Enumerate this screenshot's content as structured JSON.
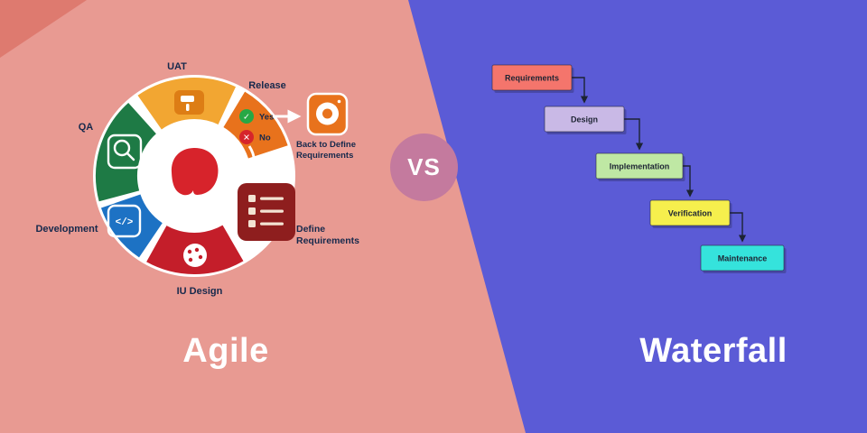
{
  "titles": {
    "left": "Agile",
    "right": "Waterfall"
  },
  "vs": {
    "label": "VS"
  },
  "colors": {
    "background_left": "#e89a92",
    "background_right": "#5b5bd6",
    "corner_accent": "#de7a6f",
    "vs_badge": "#c47a9e",
    "label_text": "#16294c",
    "title_text": "#ffffff"
  },
  "icons": {
    "check": "✓",
    "cross": "✕",
    "code": "</>"
  },
  "agile": {
    "center_color": "#d7232b",
    "segments": {
      "qa": {
        "label": "QA",
        "color": "#1e7a45"
      },
      "uat": {
        "label": "UAT",
        "color": "#f2a632",
        "tile_color": "#dd7d15"
      },
      "release": {
        "label": "Release",
        "color": "#e8721c"
      },
      "define": {
        "color": "#8e1e1e"
      },
      "iu": {
        "label": "IU Design",
        "color": "#c41e2a"
      },
      "dev": {
        "label": "Development",
        "color": "#1d72c4"
      }
    },
    "decision": {
      "yes": "Yes",
      "no": "No",
      "yes_color": "#27a845",
      "no_color": "#d6252b"
    },
    "back_label": [
      "Back to Define",
      "Requirements"
    ],
    "define_label": [
      "Define",
      "Requirements"
    ]
  },
  "waterfall": {
    "steps": [
      {
        "label": "Requirements",
        "color": "#f4756c"
      },
      {
        "label": "Design",
        "color": "#c9b9e6"
      },
      {
        "label": "Implementation",
        "color": "#bfe8a4"
      },
      {
        "label": "Verification",
        "color": "#f6ef4d"
      },
      {
        "label": "Maintenance",
        "color": "#35e3dc"
      }
    ]
  }
}
